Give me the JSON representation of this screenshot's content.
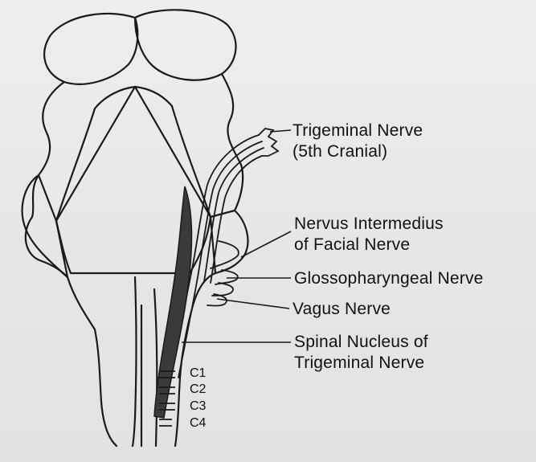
{
  "labels": {
    "trigeminal_line1": "Trigeminal Nerve",
    "trigeminal_line2": "(5th Cranial)",
    "intermedius_line1": "Nervus Intermedius",
    "intermedius_line2": "of Facial Nerve",
    "glossopharyngeal": "Glossopharyngeal Nerve",
    "vagus": "Vagus Nerve",
    "spinal_nucleus_line1": "Spinal Nucleus of",
    "spinal_nucleus_line2": "Trigeminal Nerve"
  },
  "cervical_segments": [
    "C1",
    "C2",
    "C3",
    "C4"
  ],
  "colors": {
    "ink": "#1a1a1a",
    "nucleus": "#3a3a3a",
    "paper": "#ececec"
  }
}
